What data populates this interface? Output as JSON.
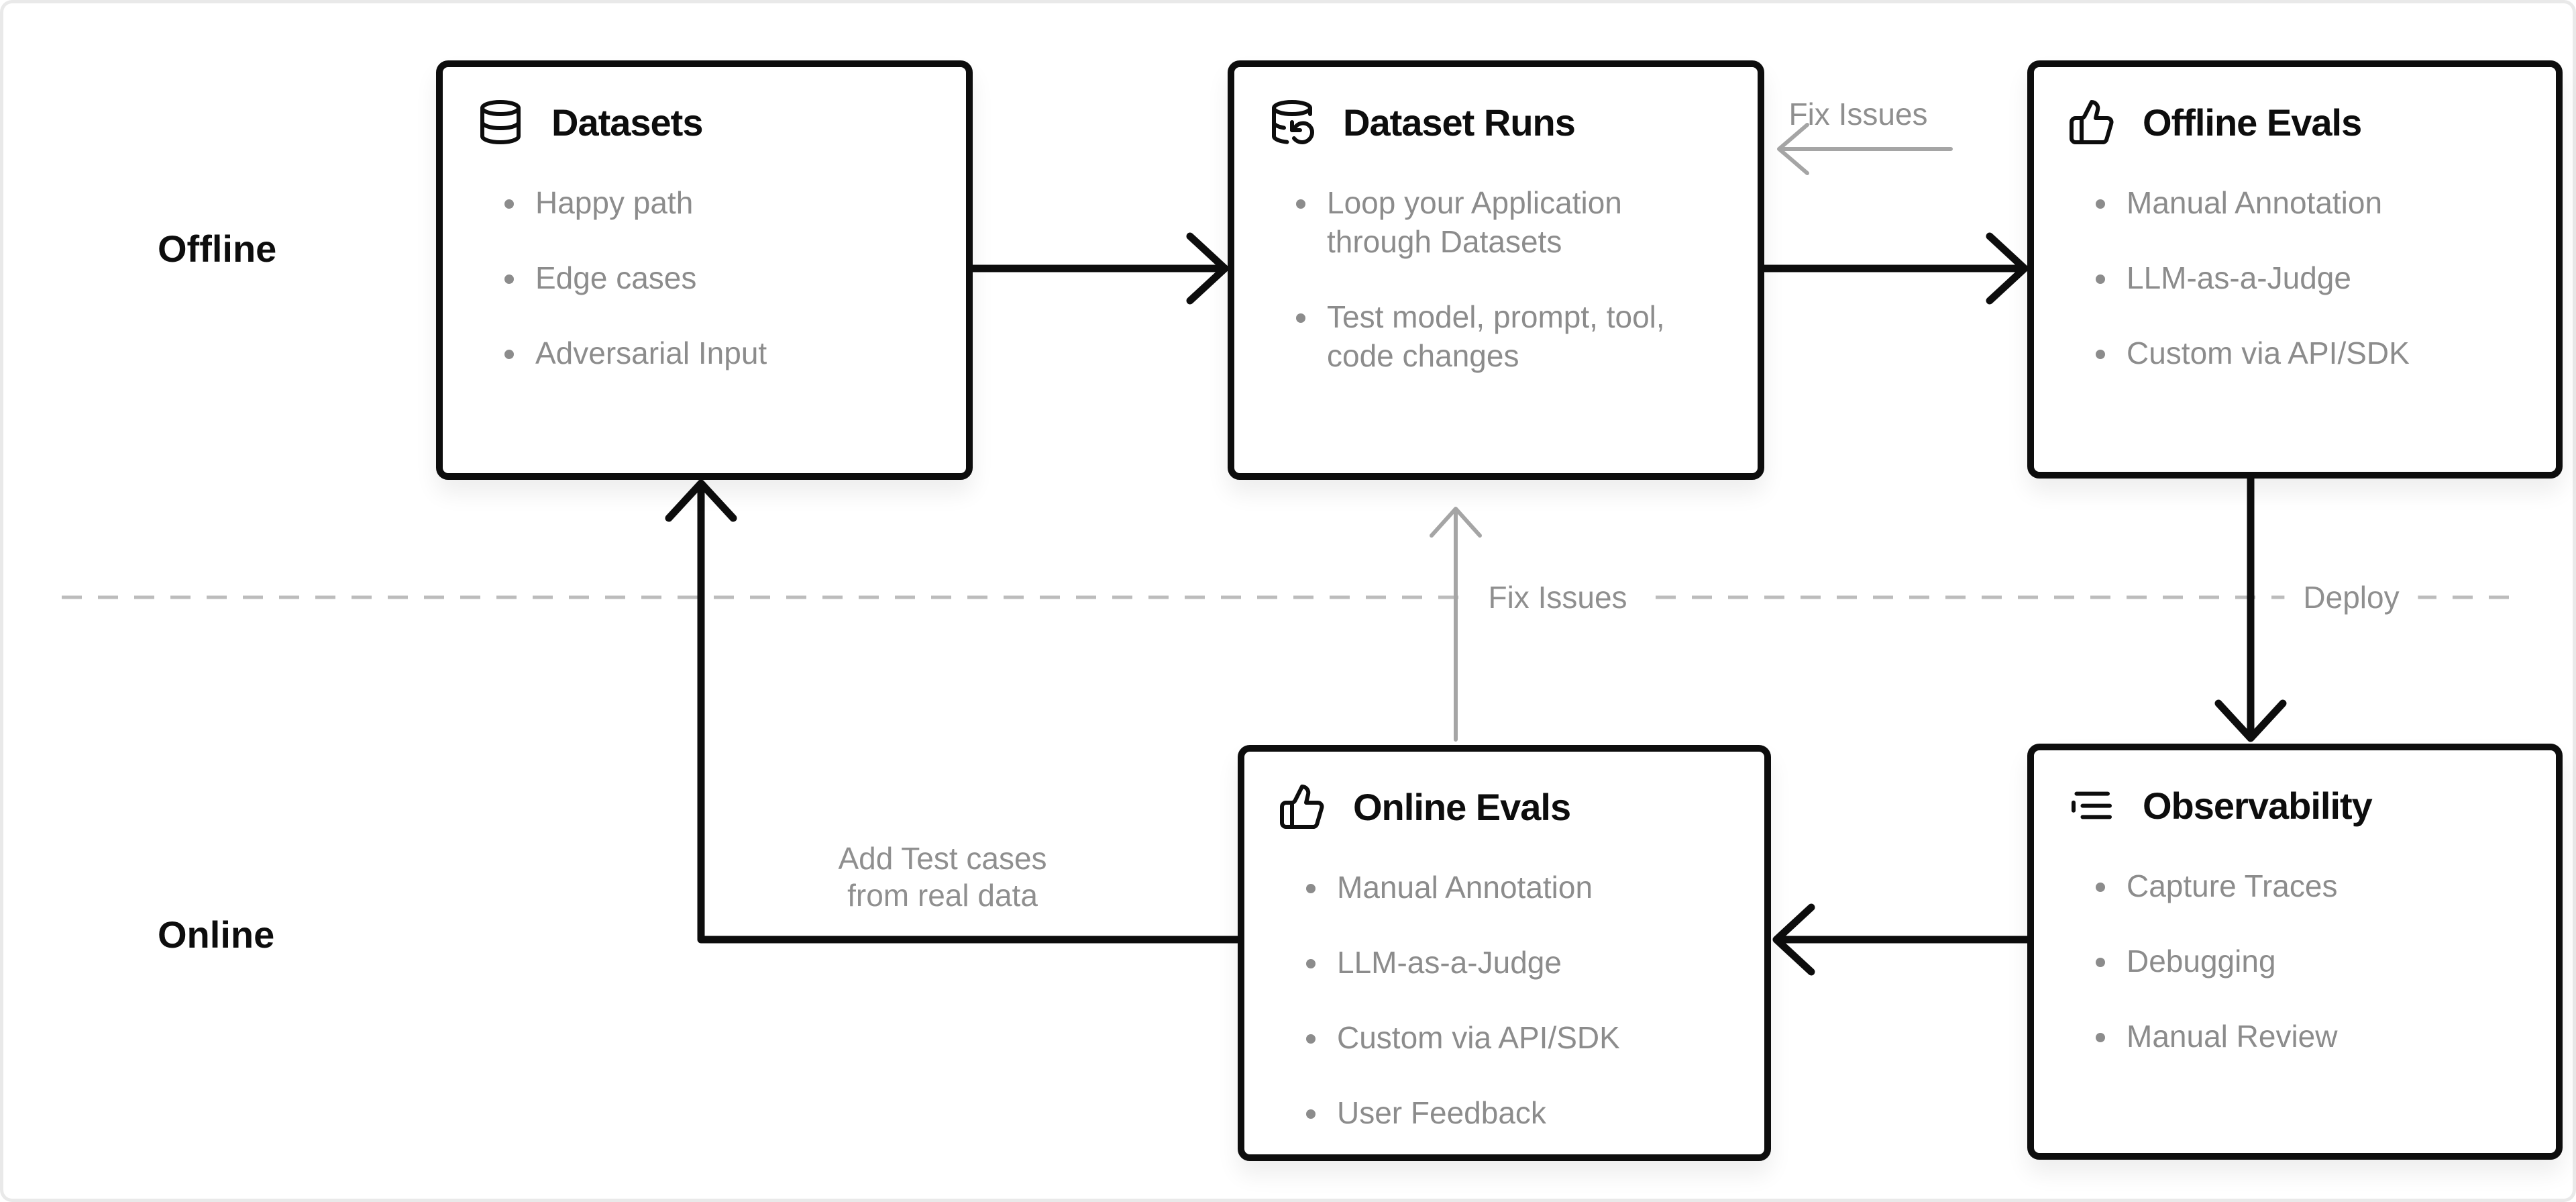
{
  "colors": {
    "arrow_black": "#0d0d0d",
    "arrow_gray": "#a5a5a5",
    "divider_gray": "#bcbcbc",
    "muted_text": "#8c8c8c",
    "title_text": "#0d0d0d",
    "background": "#ffffff"
  },
  "sections": {
    "offline_label": "Offline",
    "online_label": "Online"
  },
  "boxes": {
    "datasets": {
      "title": "Datasets",
      "icon": "database-icon",
      "items": [
        "Happy path",
        "Edge cases",
        "Adversarial Input"
      ]
    },
    "dataset_runs": {
      "title": "Dataset Runs",
      "icon": "database-refresh-icon",
      "items": [
        "Loop your Application through Datasets",
        "Test model, prompt, tool, code changes"
      ]
    },
    "offline_evals": {
      "title": "Offline Evals",
      "icon": "thumbs-up-icon",
      "items": [
        "Manual Annotation",
        "LLM-as-a-Judge",
        "Custom via API/SDK"
      ]
    },
    "online_evals": {
      "title": "Online Evals",
      "icon": "thumbs-up-icon",
      "items": [
        "Manual Annotation",
        "LLM-as-a-Judge",
        "Custom via API/SDK",
        "User Feedback"
      ]
    },
    "observability": {
      "title": "Observability",
      "icon": "logs-icon",
      "items": [
        "Capture Traces",
        "Debugging",
        "Manual Review"
      ]
    }
  },
  "edges": {
    "fix_issues_top": "Fix Issues",
    "fix_issues_vertical": "Fix Issues",
    "deploy": "Deploy",
    "add_test_cases_line1": "Add Test cases",
    "add_test_cases_line2": "from real data"
  }
}
